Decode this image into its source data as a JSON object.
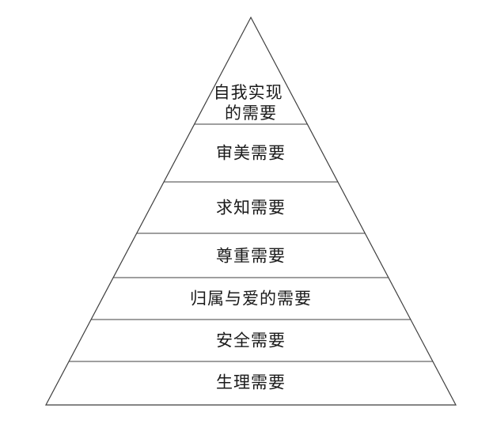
{
  "pyramid": {
    "type": "hierarchy-pyramid",
    "description_levels_top_to_bottom": [
      "自我实现的需要",
      "审美需要",
      "求知需要",
      "尊重需要",
      "归属与爱的需要",
      "安全需要",
      "生理需要"
    ],
    "levels": [
      {
        "name": "self-actualization-needs",
        "label": "自我实现的需要",
        "lines": [
          "自我实现",
          "的需要"
        ]
      },
      {
        "name": "aesthetic-needs",
        "label": "审美需要"
      },
      {
        "name": "cognitive-needs",
        "label": "求知需要"
      },
      {
        "name": "esteem-needs",
        "label": "尊重需要"
      },
      {
        "name": "belonging-love-needs",
        "label": "归属与爱的需要"
      },
      {
        "name": "safety-needs",
        "label": "安全需要"
      },
      {
        "name": "physiological-needs",
        "label": "生理需要"
      }
    ],
    "colors": {
      "stroke": "#3f3f3f",
      "text": "#1a1a1a",
      "background": "#ffffff",
      "fill": "#ffffff"
    }
  }
}
